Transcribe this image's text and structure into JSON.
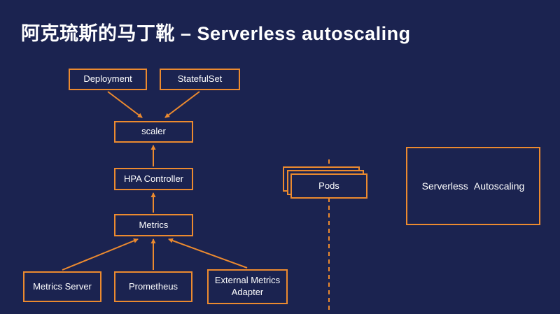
{
  "title": "阿克琉斯的马丁靴 – Serverless autoscaling",
  "colors": {
    "background": "#1B2350",
    "accent": "#EC8A2F",
    "text": "#FFFFFF"
  },
  "nodes": {
    "deployment": "Deployment",
    "statefulset": "StatefulSet",
    "scaler": "scaler",
    "hpa_controller": "HPA Controller",
    "metrics": "Metrics",
    "metrics_server": "Metrics Server",
    "prometheus": "Prometheus",
    "external_metrics_adapter": "External Metrics Adapter",
    "pods": "Pods",
    "serverless_autoscaling": "Serverless Autoscaling"
  }
}
